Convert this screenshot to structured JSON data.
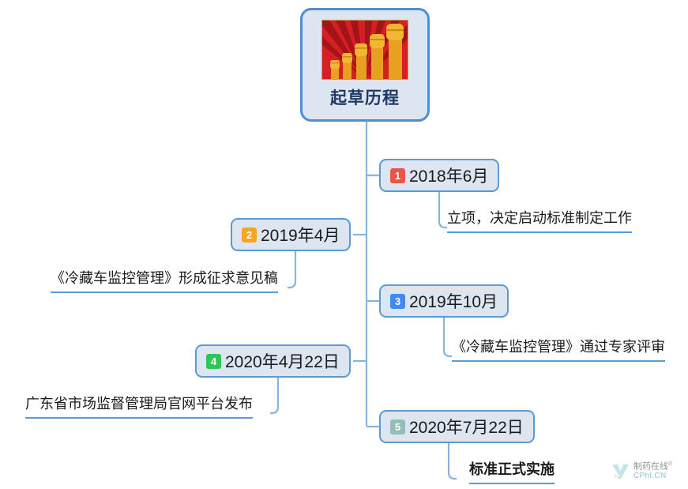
{
  "document": {
    "type": "mindmap",
    "title": "起草历程"
  },
  "root": {
    "title": "起草历程",
    "image_alt": "raised-fists-illustration",
    "fill_color": "#dde5f0",
    "border_color": "#4a90d9",
    "title_color": "#1f3864"
  },
  "nodes": [
    {
      "index": "1",
      "badge_color": "#e8564a",
      "label": "2018年6月",
      "detail": "立项，决定启动标准制定工作",
      "side": "right",
      "detail_bold": false
    },
    {
      "index": "2",
      "badge_color": "#f5a623",
      "label": "2019年4月",
      "detail": "《冷藏车监控管理》形成征求意见稿",
      "side": "left",
      "detail_bold": false
    },
    {
      "index": "3",
      "badge_color": "#3d8bf2",
      "label": "2019年10月",
      "detail": "《冷藏车监控管理》通过专家评审",
      "side": "right",
      "detail_bold": false
    },
    {
      "index": "4",
      "badge_color": "#2fc55a",
      "label": "2020年4月22日",
      "detail": "广东省市场监督管理局官网平台发布",
      "side": "left",
      "detail_bold": false
    },
    {
      "index": "5",
      "badge_color": "#92bfb8",
      "label": "2020年7月22日",
      "detail": "标准正式实施",
      "side": "right",
      "detail_bold": true
    }
  ],
  "theme": {
    "node_fill": "#dde5f0",
    "node_border": "#5b9bd5",
    "line_color": "#8ab4e0",
    "underline_color": "#5b9bd5",
    "text_color": "#1a1a1a"
  },
  "watermark": {
    "name": "制药在线",
    "registered": "®",
    "domain": "CPhI.CN"
  }
}
